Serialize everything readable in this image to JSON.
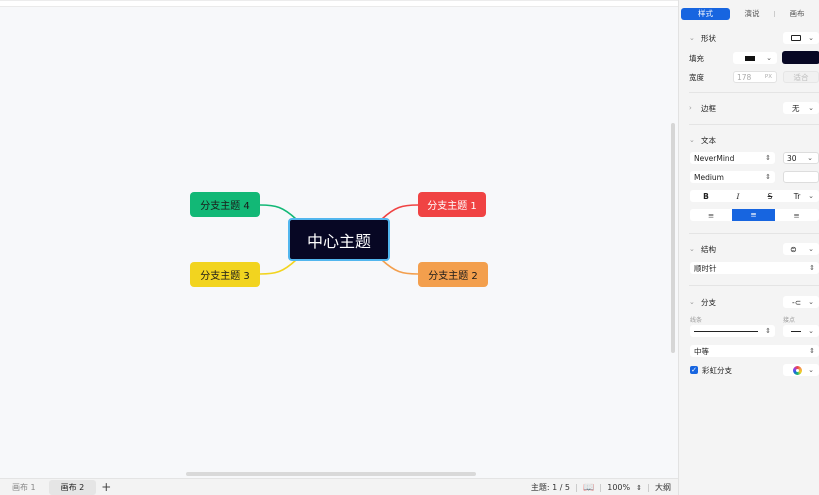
{
  "canvas": {
    "center_topic": "中心主题",
    "branches": [
      {
        "label": "分支主题 1",
        "color": "#f04343"
      },
      {
        "label": "分支主题 2",
        "color": "#f39f4d"
      },
      {
        "label": "分支主题 3",
        "color": "#f2d41f"
      },
      {
        "label": "分支主题 4",
        "color": "#12b876"
      }
    ],
    "center_color": "#070724",
    "selection_color": "#52b6ee"
  },
  "bottom_bar": {
    "sheets": [
      {
        "label": "画布 1",
        "active": false
      },
      {
        "label": "画布 2",
        "active": true
      }
    ],
    "add_sheet": "+",
    "topic_count": "主题: 1 / 5",
    "zoom": "100%",
    "outline": "大纲"
  },
  "panel": {
    "tabs": [
      {
        "label": "样式",
        "active": true
      },
      {
        "label": "演说",
        "active": false
      },
      {
        "label": "画布",
        "active": false
      }
    ],
    "shape": {
      "title": "形状",
      "fill_label": "填充",
      "fill_color": "#070724",
      "width_label": "宽度",
      "width_value": "178",
      "width_unit": "PX",
      "fit_label": "适合"
    },
    "border": {
      "title": "边框",
      "value": "无"
    },
    "text": {
      "title": "文本",
      "font": "NeverMind",
      "size": "30",
      "weight": "Medium",
      "bold": "B",
      "italic": "I",
      "strike": "S",
      "case": "Tr",
      "align_active": "center"
    },
    "structure": {
      "title": "结构",
      "value": "顺时针"
    },
    "branch": {
      "title": "分支",
      "line_label": "线条",
      "joint_label": "接点",
      "thickness": "中等",
      "rainbow_label": "彩虹分支",
      "rainbow_checked": true
    },
    "accent_color": "#1765e0"
  }
}
